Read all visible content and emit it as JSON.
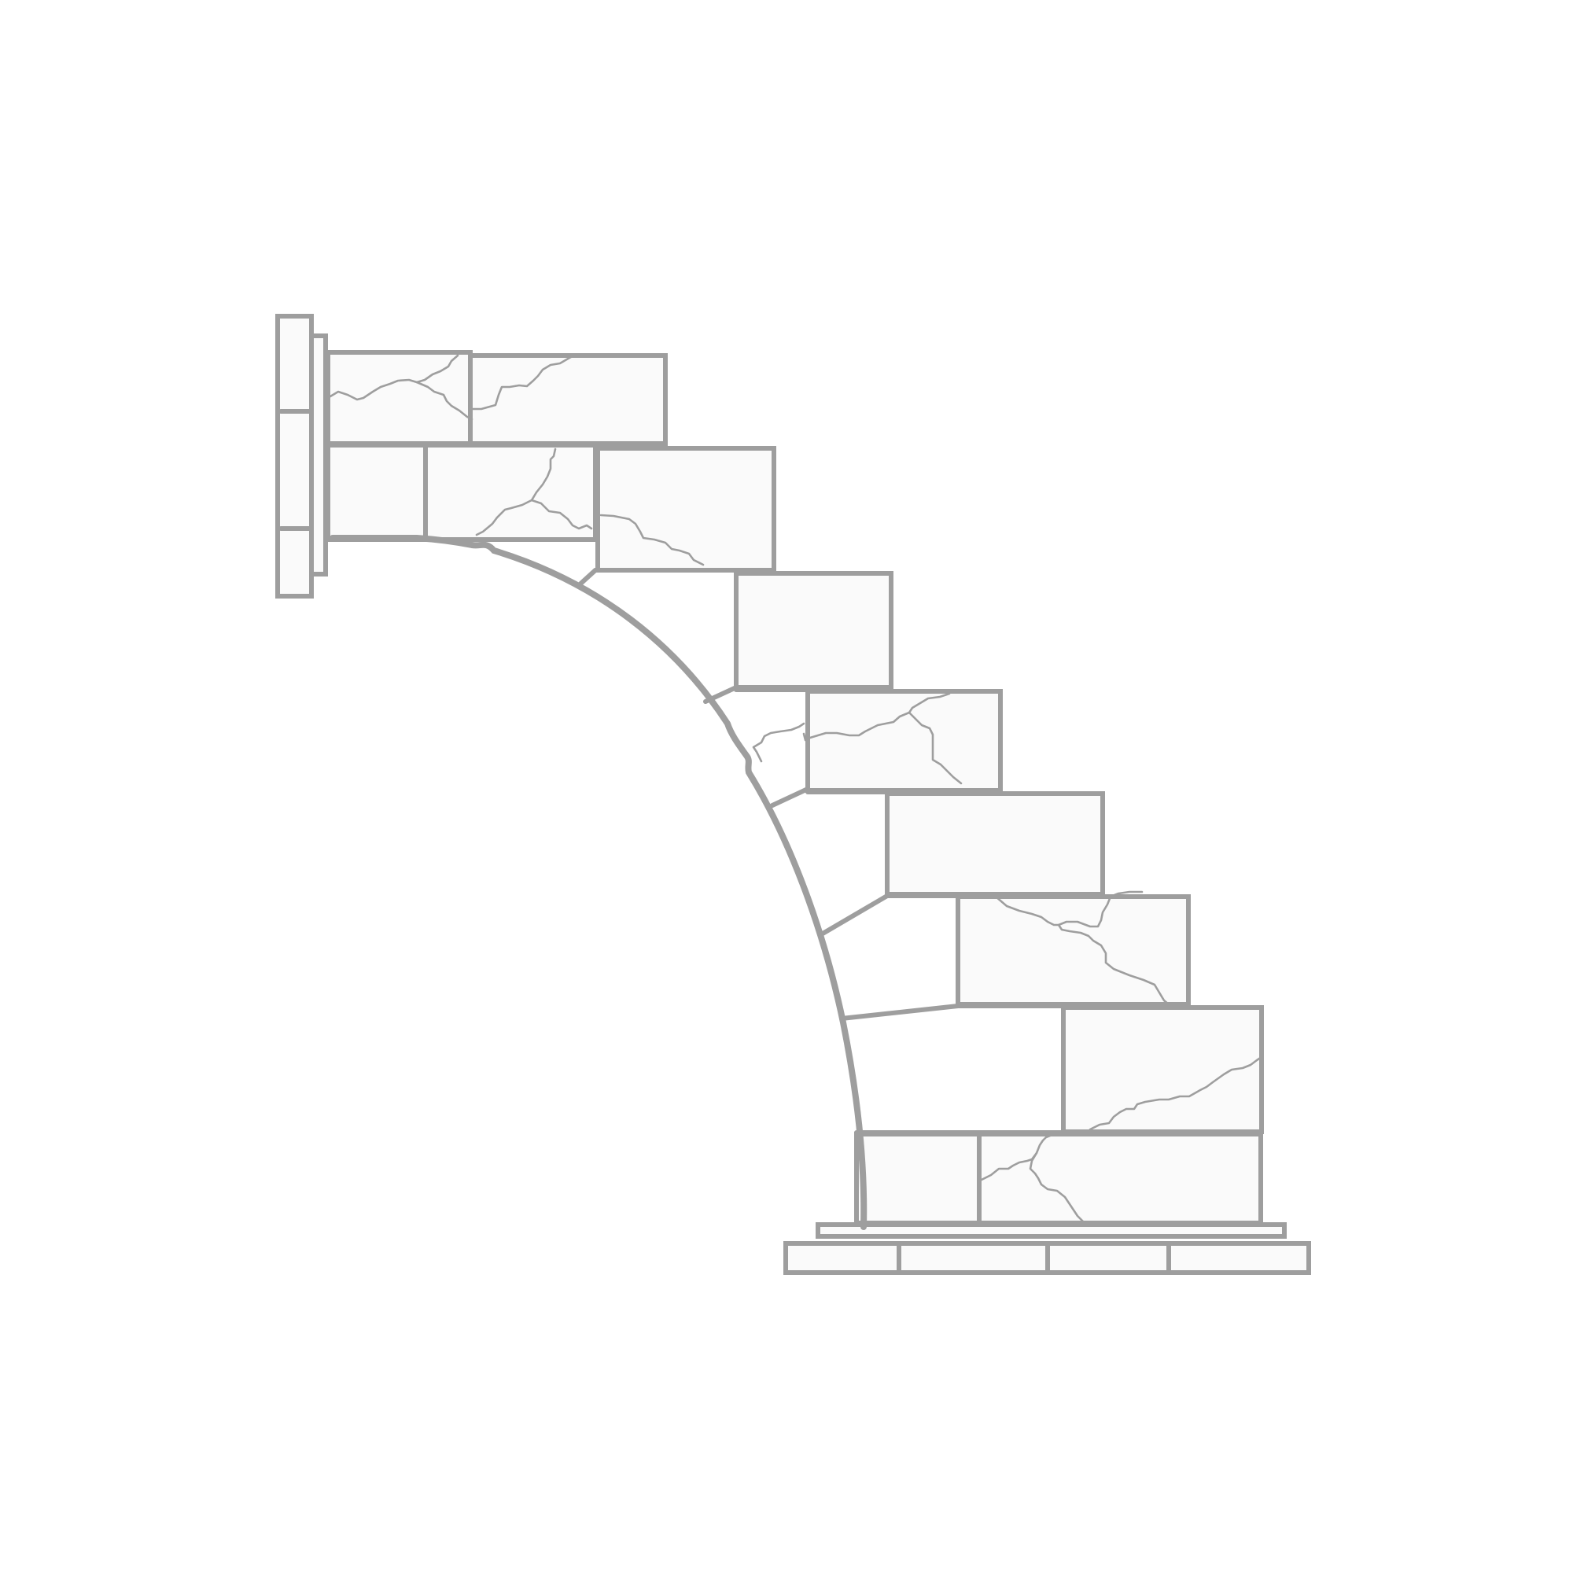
{
  "figure": {
    "subject": "flying-buttress-illustration",
    "palette": {
      "stroke": "#9e9e9e",
      "fill": "#fafafa",
      "background": "#ffffff"
    },
    "parts": {
      "pier": 1,
      "masonry_courses": 9,
      "arch_voussoir_joints": 7,
      "base_slabs": 4,
      "cracked_blocks": 7
    }
  }
}
